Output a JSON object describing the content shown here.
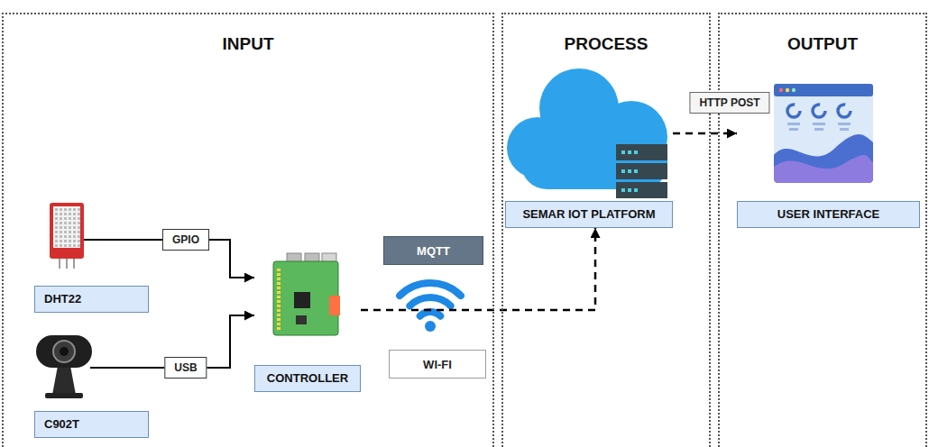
{
  "diagram": {
    "nodes": [
      {
        "text": [
          "INPUT"
        ]
      },
      {
        "text": [
          "DHT22"
        ],
        "in": 0
      },
      {
        "text": [
          "C902T"
        ],
        "in": 0
      },
      {
        "text": [
          "CONTROLLER"
        ],
        "in": 0
      },
      {
        "text": [
          "MQTT"
        ],
        "in": 0
      },
      {
        "text": [
          "WI-FI"
        ],
        "in": 0
      },
      {
        "text": [
          "PROCESS"
        ]
      },
      {
        "text": [
          "SEMAR IOT PLATFORM"
        ],
        "in": 6
      },
      {
        "text": [
          "OUTPUT"
        ]
      },
      {
        "text": [
          "USER INTERFACE"
        ],
        "in": 8
      }
    ],
    "edges": [
      {
        "from": 1,
        "to": 3,
        "label": "GPIO",
        "arrow": "to"
      },
      {
        "from": 2,
        "to": 3,
        "label": "USB",
        "arrow": "to"
      },
      {
        "from": 3,
        "to": 7,
        "arrow": "to"
      },
      {
        "from": 7,
        "to": 9,
        "label": "HTTP POST",
        "arrow": "to"
      }
    ]
  }
}
